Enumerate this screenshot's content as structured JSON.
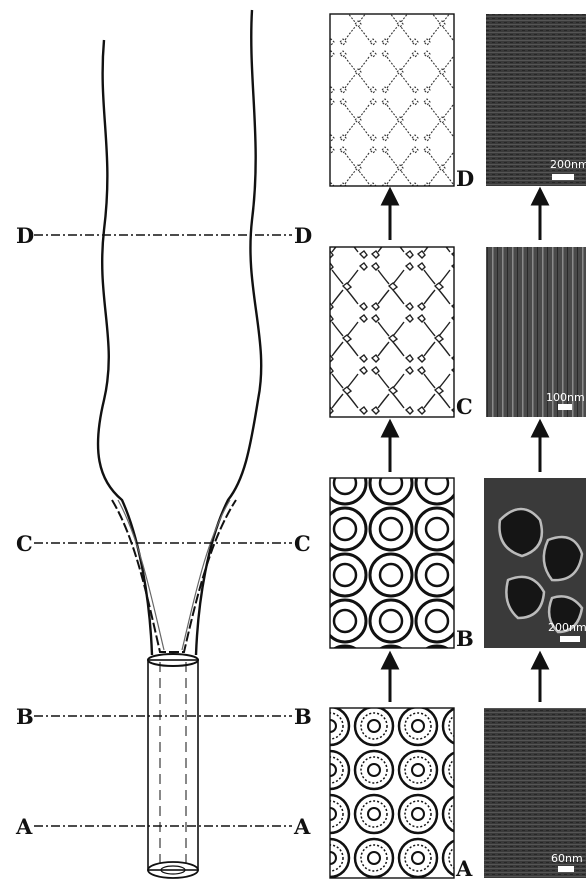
{
  "figure": {
    "section_labels": {
      "left": [
        "D",
        "C",
        "B",
        "A"
      ],
      "right": [
        "D",
        "C",
        "B",
        "A"
      ]
    },
    "panel_labels": [
      "D",
      "C",
      "B",
      "A"
    ],
    "scale_bars": [
      "200nm",
      "100nm",
      "200nm",
      "60nm"
    ],
    "colors": {
      "ink": "#111111",
      "background": "#ffffff",
      "micrograph_dark": "#2a2a2a"
    }
  }
}
